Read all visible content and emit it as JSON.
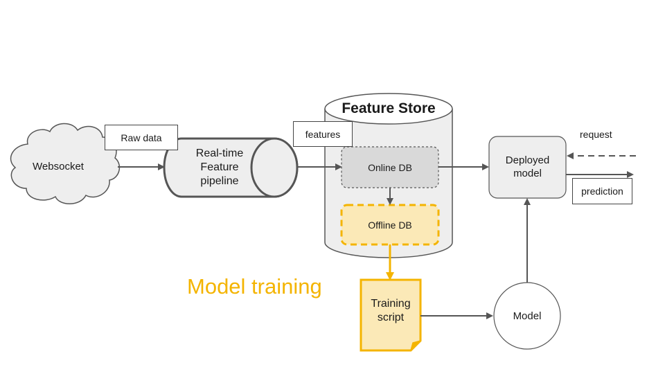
{
  "nodes": {
    "websocket": "Websocket",
    "pipeline": "Real-time\nFeature\npipeline",
    "feature_store": "Feature Store",
    "online_db": "Online DB",
    "offline_db": "Offline DB",
    "deployed_model": "Deployed\nmodel",
    "training_script": "Training\nscript",
    "model": "Model"
  },
  "edge_labels": {
    "raw_data": "Raw data",
    "features": "features",
    "request": "request",
    "prediction": "prediction"
  },
  "section_title": "Model training",
  "colors": {
    "accent": "#f4b400",
    "accent_fill": "#fbe9b7",
    "stroke": "#555555",
    "gray_fill": "#eeeeee",
    "online_fill": "#d9d9d9"
  }
}
